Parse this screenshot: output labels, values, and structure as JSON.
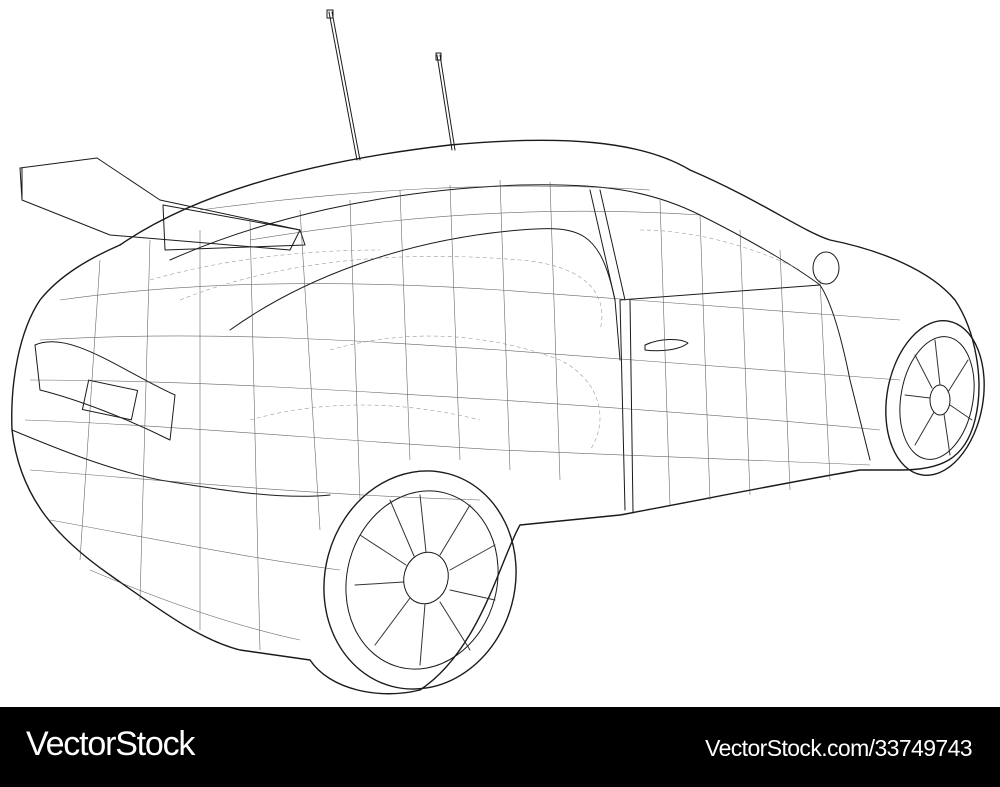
{
  "illustration": {
    "subject": "Wireframe rally hatchback car, rear three-quarter view",
    "style": "black line wireframe on white",
    "features": [
      "rear wing spoiler",
      "two roof antennas",
      "multi-spoke wheels",
      "door handle",
      "side mirror",
      "rear license plate area"
    ],
    "colors": {
      "background": "#ffffff",
      "line": "#1a1a1a",
      "hidden_line": "#9a9a9a"
    }
  },
  "footer": {
    "brand": "VectorStock",
    "stock_id": "VectorStock.com/33749743",
    "colors": {
      "background": "#000000",
      "text": "#ffffff"
    }
  }
}
